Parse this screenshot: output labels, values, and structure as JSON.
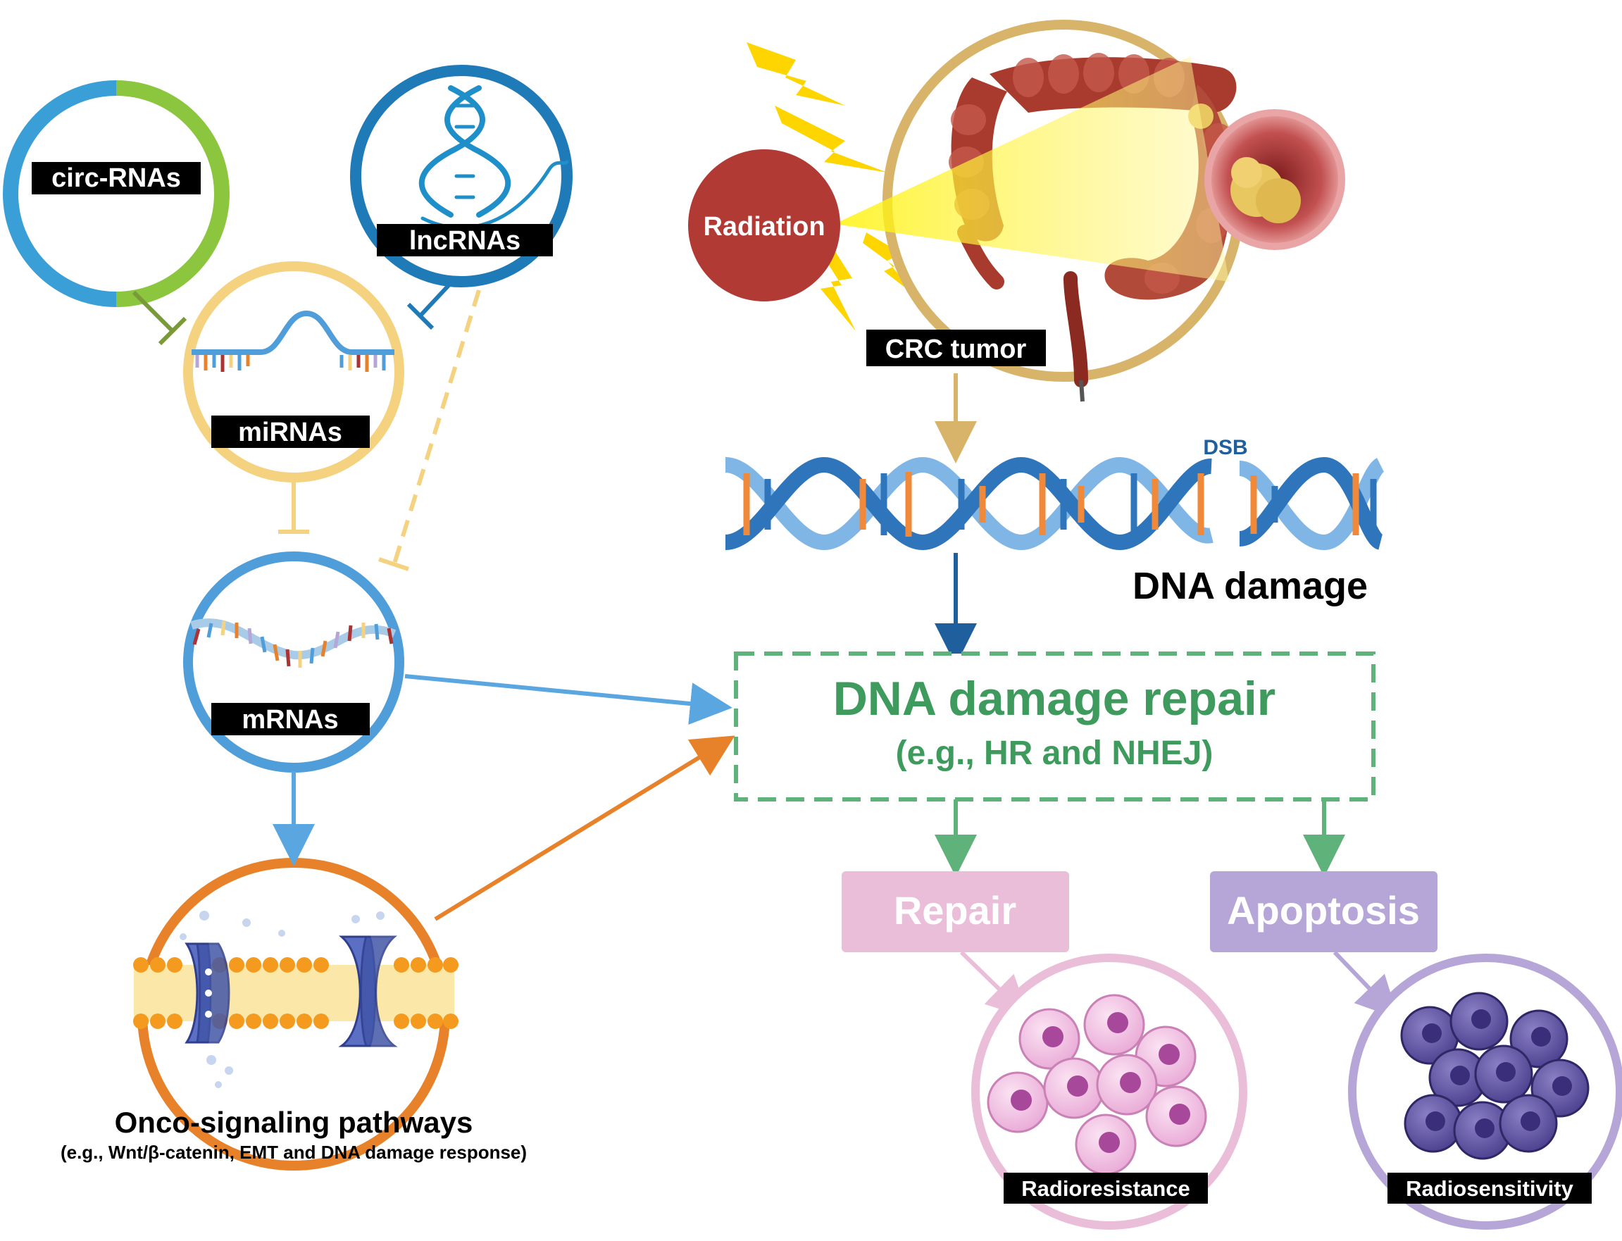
{
  "labels": {
    "circ": "circ-RNAs",
    "lnc": "lncRNAs",
    "mi": "miRNAs",
    "m": "mRNAs",
    "radiation": "Radiation",
    "crc": "CRC tumor",
    "dsb": "DSB",
    "dna_damage": "DNA damage",
    "repair_title": "DNA damage repair",
    "repair_sub": "(e.g., HR and NHEJ)",
    "repair": "Repair",
    "apoptosis": "Apoptosis",
    "radioresistance": "Radioresistance",
    "radiosensitivity": "Radiosensitivity",
    "onco_title": "Onco-signaling pathways",
    "onco_sub": "(e.g., Wnt/β-catenin, EMT and  DNA damage response)"
  },
  "colors": {
    "circ_blue": "#3a9fd6",
    "circ_green": "#8cc63f",
    "lnc_blue": "#1f7ab8",
    "mi_yellow": "#f5d27f",
    "m_blue": "#4f9ed9",
    "onco_orange": "#e8822a",
    "tumor_ring": "#d8b46a",
    "radiation_red": "#b13a35",
    "ray_yellow": "#ffd500",
    "repair_green": "#3e9a5d",
    "repair_pink": "#eabed8",
    "apoptosis_purple": "#b6a6d8",
    "dsb_blue": "#1f5f9e"
  }
}
